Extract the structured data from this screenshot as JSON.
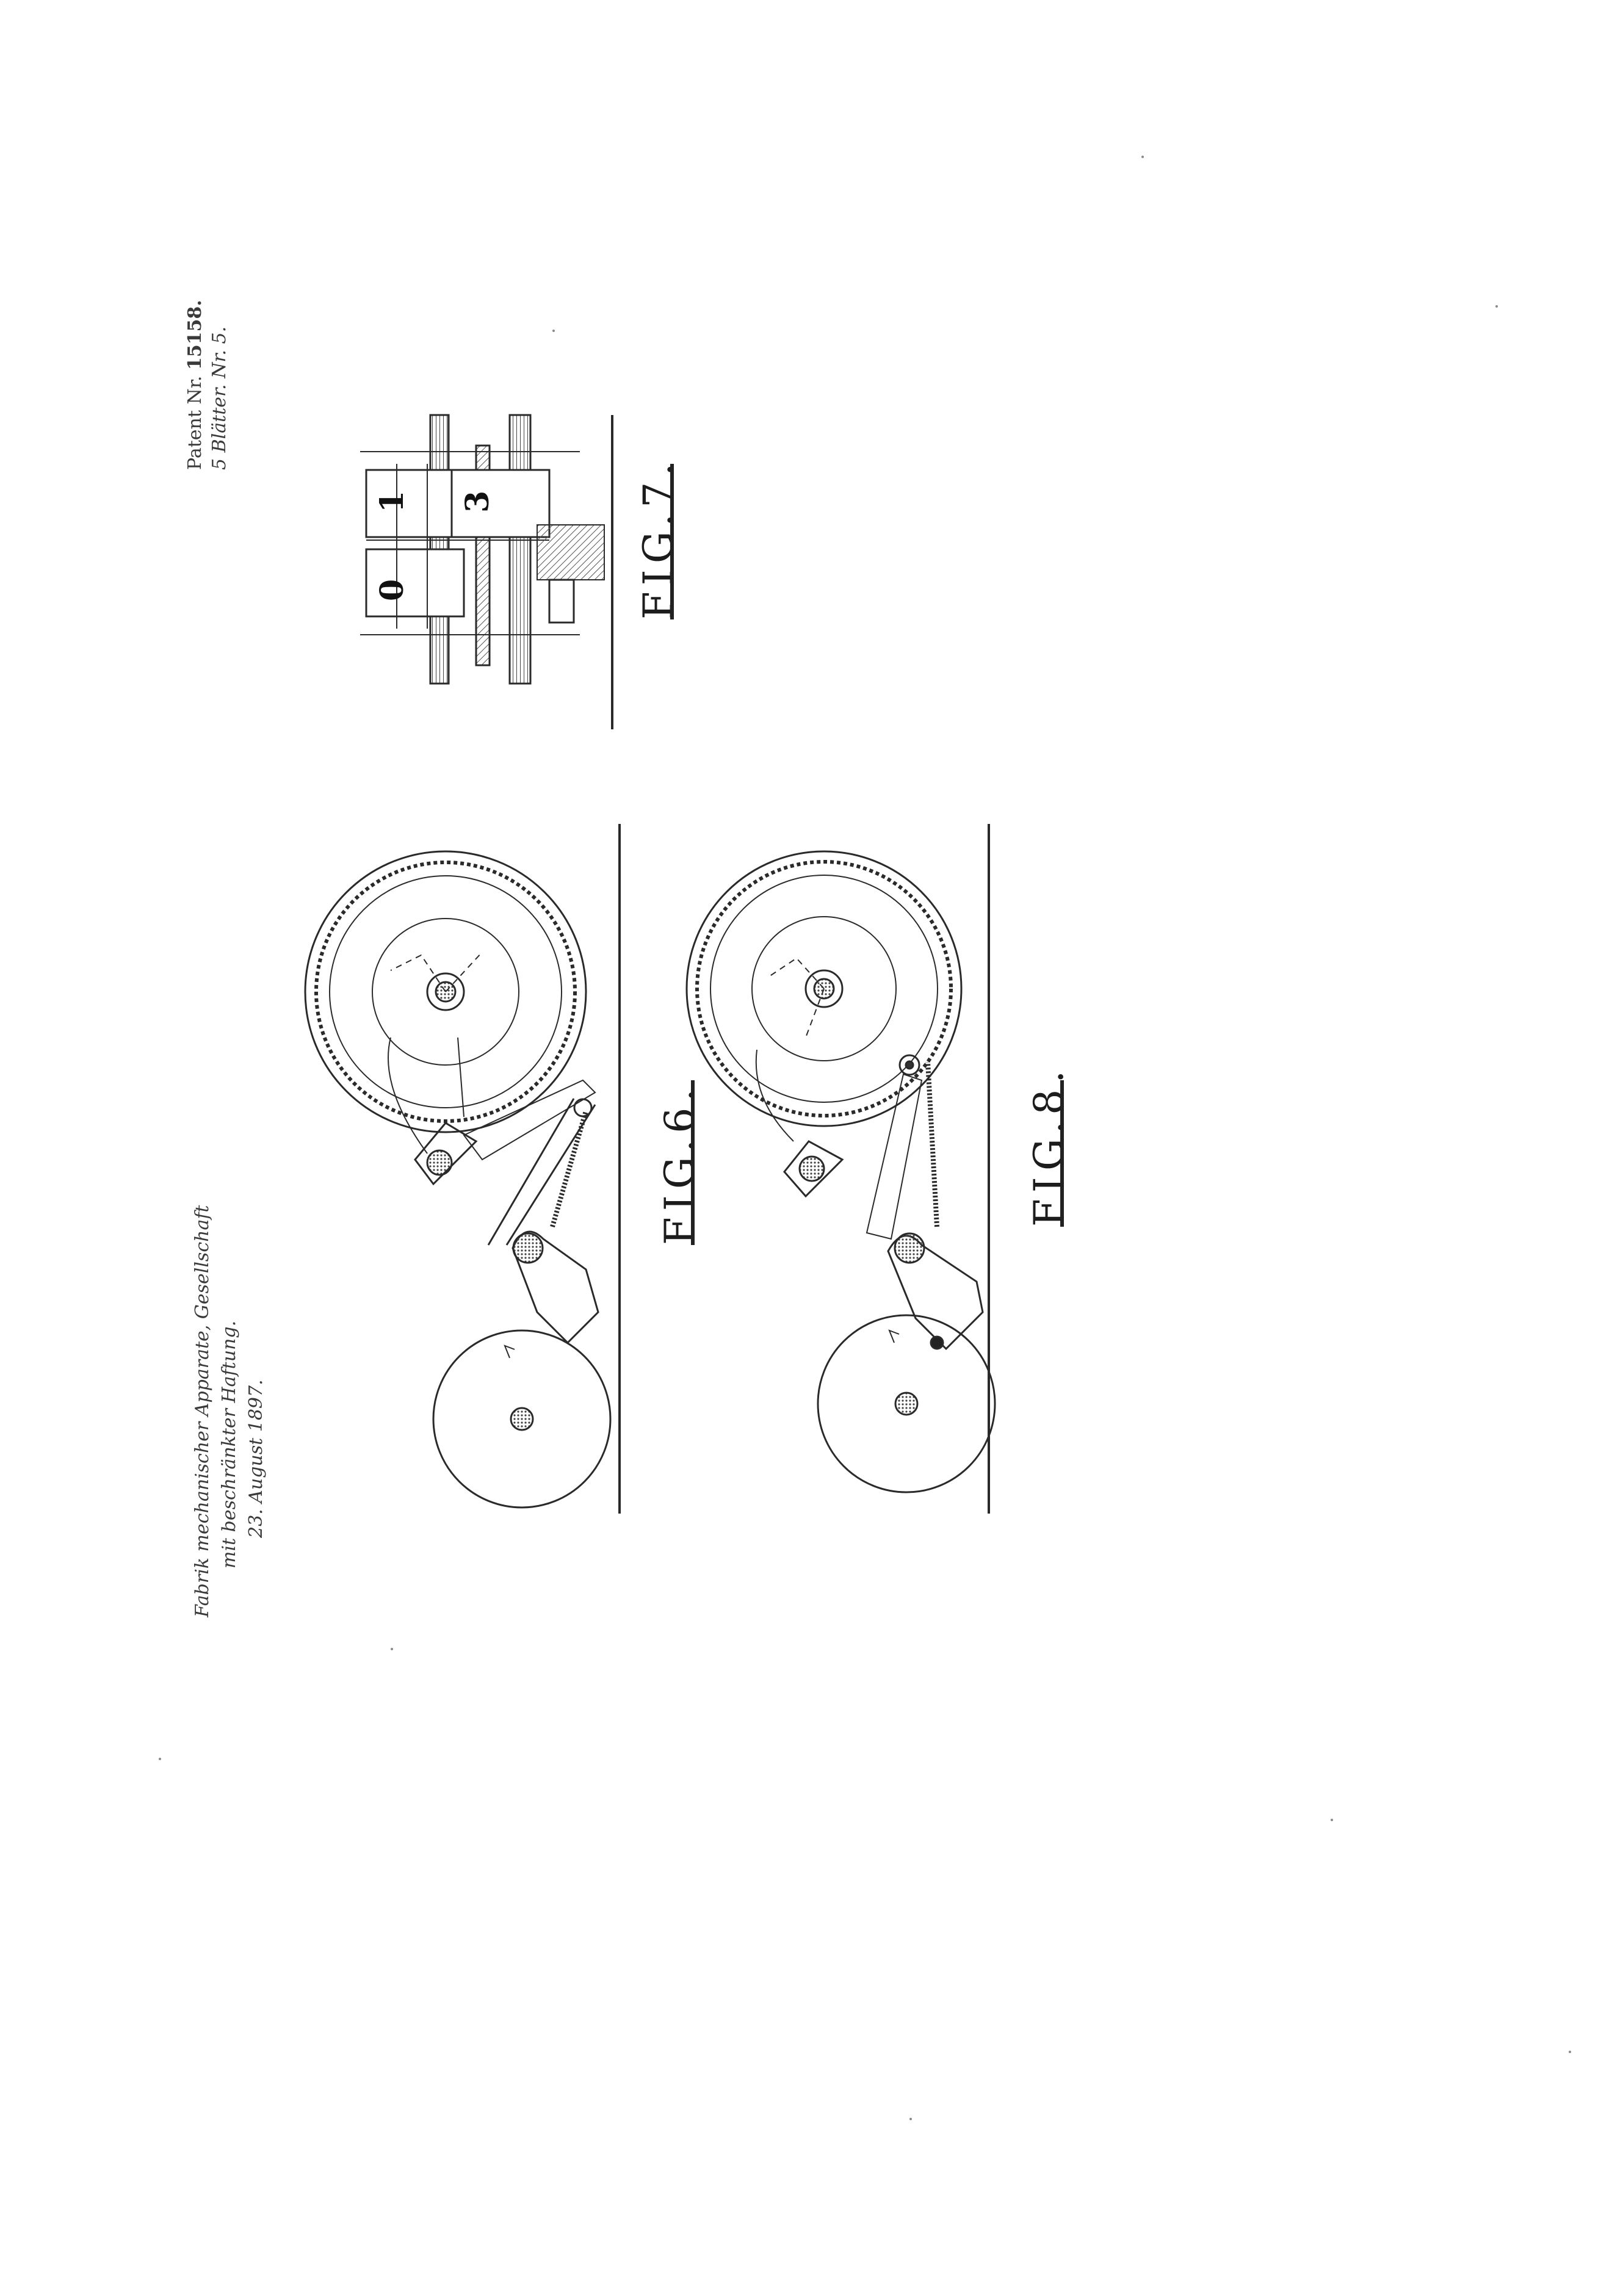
{
  "header": {
    "patent_label": "Patent Nr.",
    "patent_number": "15158.",
    "sheets": "5 Blätter. Nr. 5."
  },
  "applicant": {
    "line1": "Fabrik mechanischer Apparate, Gesellschaft",
    "line2": "mit beschränkter Haftung.",
    "line3": "23. August 1897."
  },
  "figures": {
    "fig6": "FIG.6.",
    "fig7": "FIG.7.",
    "fig8": "FIG.8."
  },
  "fig7_digits": [
    "0",
    "1",
    "3"
  ],
  "colors": {
    "ink": "#2a2a2a",
    "paper": "#ffffff",
    "hatch": "#555555"
  }
}
